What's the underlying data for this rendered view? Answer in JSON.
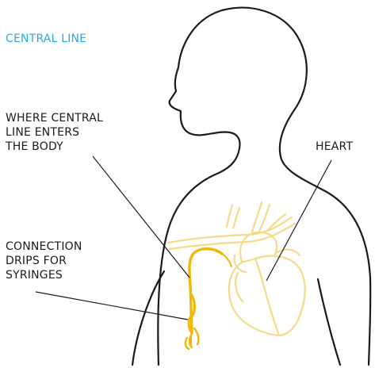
{
  "title": "CENTRAL LINE",
  "labels": {
    "entry": [
      "WHERE CENTRAL",
      "LINE ENTERS",
      "THE BODY"
    ],
    "heart": "HEART",
    "drips": [
      "CONNECTION",
      "DRIPS FOR",
      "SYRINGES"
    ]
  },
  "colors": {
    "title": "#27a9e1",
    "outline": "#1a1a1a",
    "vessels": "#f6d98b",
    "catheter": "#f2b705"
  }
}
